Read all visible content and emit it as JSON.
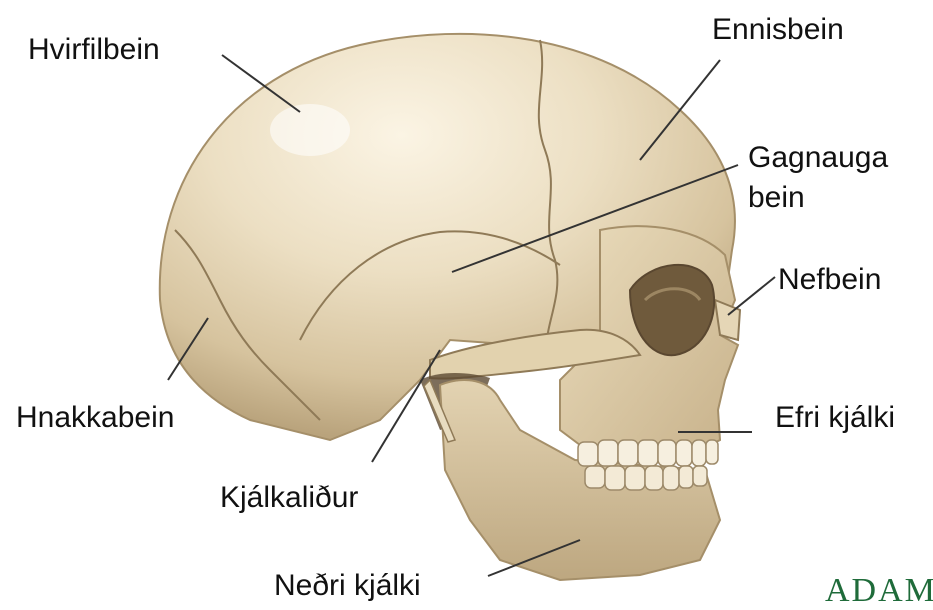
{
  "labels": {
    "hvirfilbein": "Hvirfilbein",
    "ennisbein": "Ennisbein",
    "gagnauga_line1": "Gagnauga",
    "gagnauga_line2": "bein",
    "nefbein": "Nefbein",
    "hnakkabein": "Hnakkabein",
    "efri_kjalki": "Efri kjálki",
    "kjalkalidur": "Kjálkaliður",
    "nedri_kjalki": "Neðri kjálki"
  },
  "logo": "ADAM",
  "colors": {
    "bone": "#e9dcc0",
    "bone_shadow": "#c9b38d",
    "bone_dark": "#8f7a57",
    "leader_line": "#333333",
    "logo": "#1f6b3a"
  }
}
